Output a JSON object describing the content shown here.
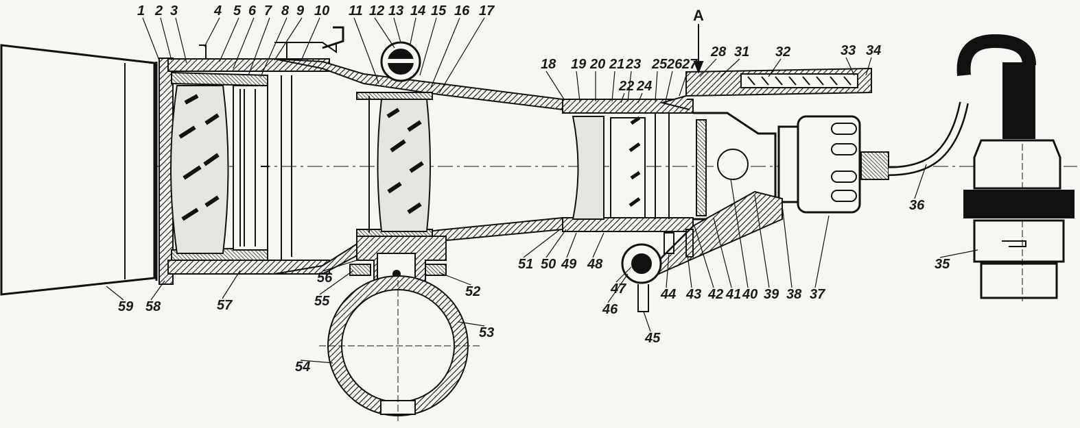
{
  "diagram": {
    "section_mark": "A",
    "callouts": [
      "1",
      "2",
      "3",
      "4",
      "5",
      "6",
      "7",
      "8",
      "9",
      "10",
      "11",
      "12",
      "13",
      "14",
      "15",
      "16",
      "17",
      "18",
      "19",
      "20",
      "21",
      "22",
      "23",
      "24",
      "25",
      "26",
      "27",
      "28",
      "31",
      "32",
      "33",
      "34",
      "35",
      "36",
      "37",
      "38",
      "39",
      "40",
      "41",
      "42",
      "43",
      "44",
      "45",
      "46",
      "47",
      "48",
      "49",
      "50",
      "51",
      "52",
      "53",
      "54",
      "55",
      "56",
      "57",
      "58",
      "59"
    ]
  }
}
